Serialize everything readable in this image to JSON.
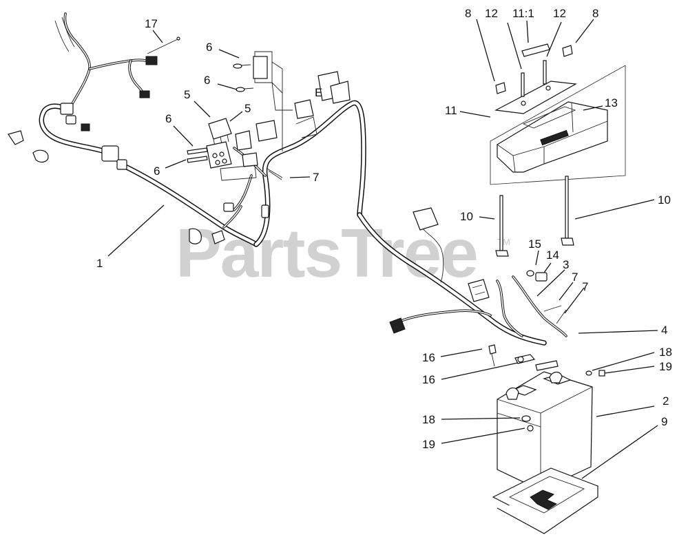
{
  "watermark": {
    "text": "PartsTree",
    "trademark": "TM"
  },
  "callouts": [
    {
      "id": "c17",
      "text": "17"
    },
    {
      "id": "c6a",
      "text": "6"
    },
    {
      "id": "c6b",
      "text": "6"
    },
    {
      "id": "c5a",
      "text": "5"
    },
    {
      "id": "c5b",
      "text": "5"
    },
    {
      "id": "c6c",
      "text": "6"
    },
    {
      "id": "c6d",
      "text": "6"
    },
    {
      "id": "c7a",
      "text": "7"
    },
    {
      "id": "c1",
      "text": "1"
    },
    {
      "id": "cE",
      "text": "E"
    },
    {
      "id": "c8a",
      "text": "8"
    },
    {
      "id": "c12a",
      "text": "12"
    },
    {
      "id": "c11_1",
      "text": "11:1"
    },
    {
      "id": "c12b",
      "text": "12"
    },
    {
      "id": "c8b",
      "text": "8"
    },
    {
      "id": "c11",
      "text": "11"
    },
    {
      "id": "c13",
      "text": "13"
    },
    {
      "id": "c10a",
      "text": "10"
    },
    {
      "id": "c10b",
      "text": "10"
    },
    {
      "id": "c15",
      "text": "15"
    },
    {
      "id": "c14",
      "text": "14"
    },
    {
      "id": "c3",
      "text": "3"
    },
    {
      "id": "c7b",
      "text": "7"
    },
    {
      "id": "c7c",
      "text": "7"
    },
    {
      "id": "c4",
      "text": "4"
    },
    {
      "id": "c16a",
      "text": "16"
    },
    {
      "id": "c16b",
      "text": "16"
    },
    {
      "id": "c18a",
      "text": "18"
    },
    {
      "id": "c19a",
      "text": "19"
    },
    {
      "id": "c2",
      "text": "2"
    },
    {
      "id": "c18b",
      "text": "18"
    },
    {
      "id": "c9",
      "text": "9"
    },
    {
      "id": "c19b",
      "text": "19"
    }
  ]
}
